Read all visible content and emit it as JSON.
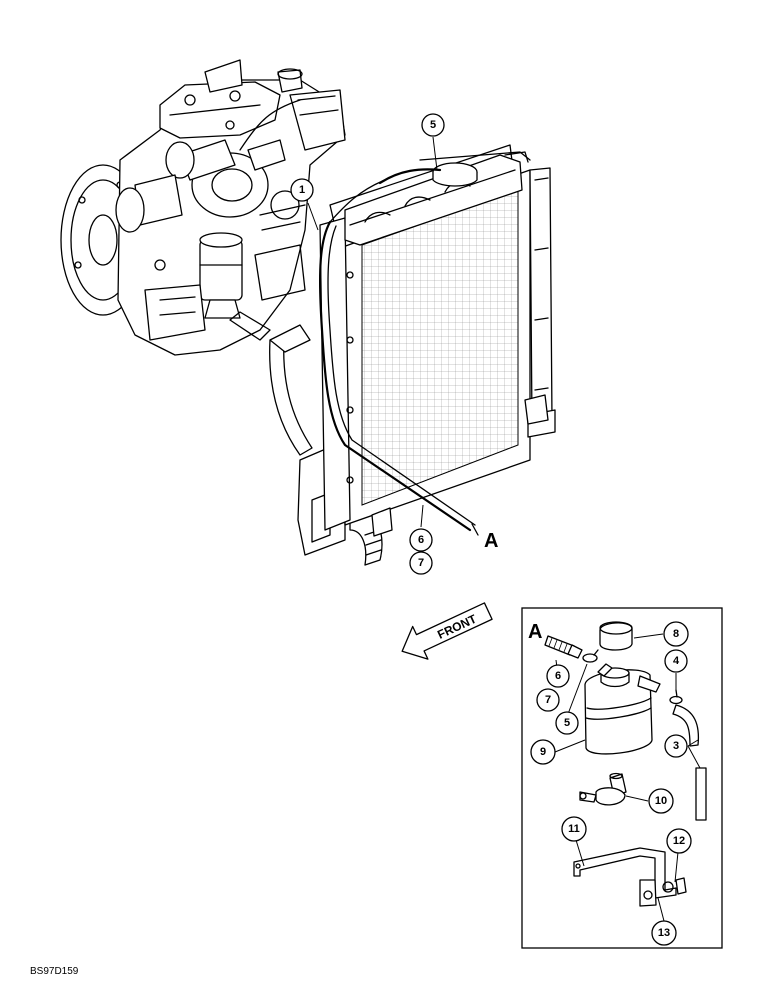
{
  "figure_code": "BS97D159",
  "front_label": "FRONT",
  "section_ref": "A",
  "callouts": {
    "c1": "1",
    "c5_top": "5",
    "c6_top": "6",
    "c7_top": "7",
    "c8": "8",
    "c4": "4",
    "c6_box": "6",
    "c7_box": "7",
    "c5_box": "5",
    "c9": "9",
    "c3": "3",
    "c10": "10",
    "c11": "11",
    "c12": "12",
    "c13": "13"
  }
}
